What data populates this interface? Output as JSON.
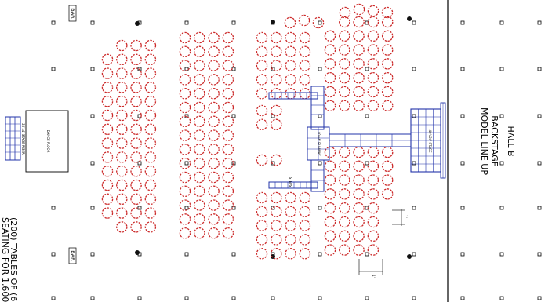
{
  "title": {
    "line1": "HALL B",
    "line2": "BACKSTAGE",
    "line3": "MODEL LINE UP"
  },
  "bottom_note": {
    "line1": "(200) TABLES OF (6",
    "line2": "SEATING FOR 1,600"
  },
  "bar_top": "BAR",
  "bar_bottom": "BAR",
  "dance_floor_label": "DANCE FLOOR",
  "stage_left_label": "20'x4' STAGE RISER",
  "runway_label": "40'x4' RUNWAY",
  "stage_right_label": "40'x24' STAGE",
  "runway_steps_label": "STEPS",
  "dim_label": "1'",
  "colors": {
    "table_color": "#cc2a2a",
    "stage_color": "#2233aa",
    "line_color": "#000000"
  }
}
